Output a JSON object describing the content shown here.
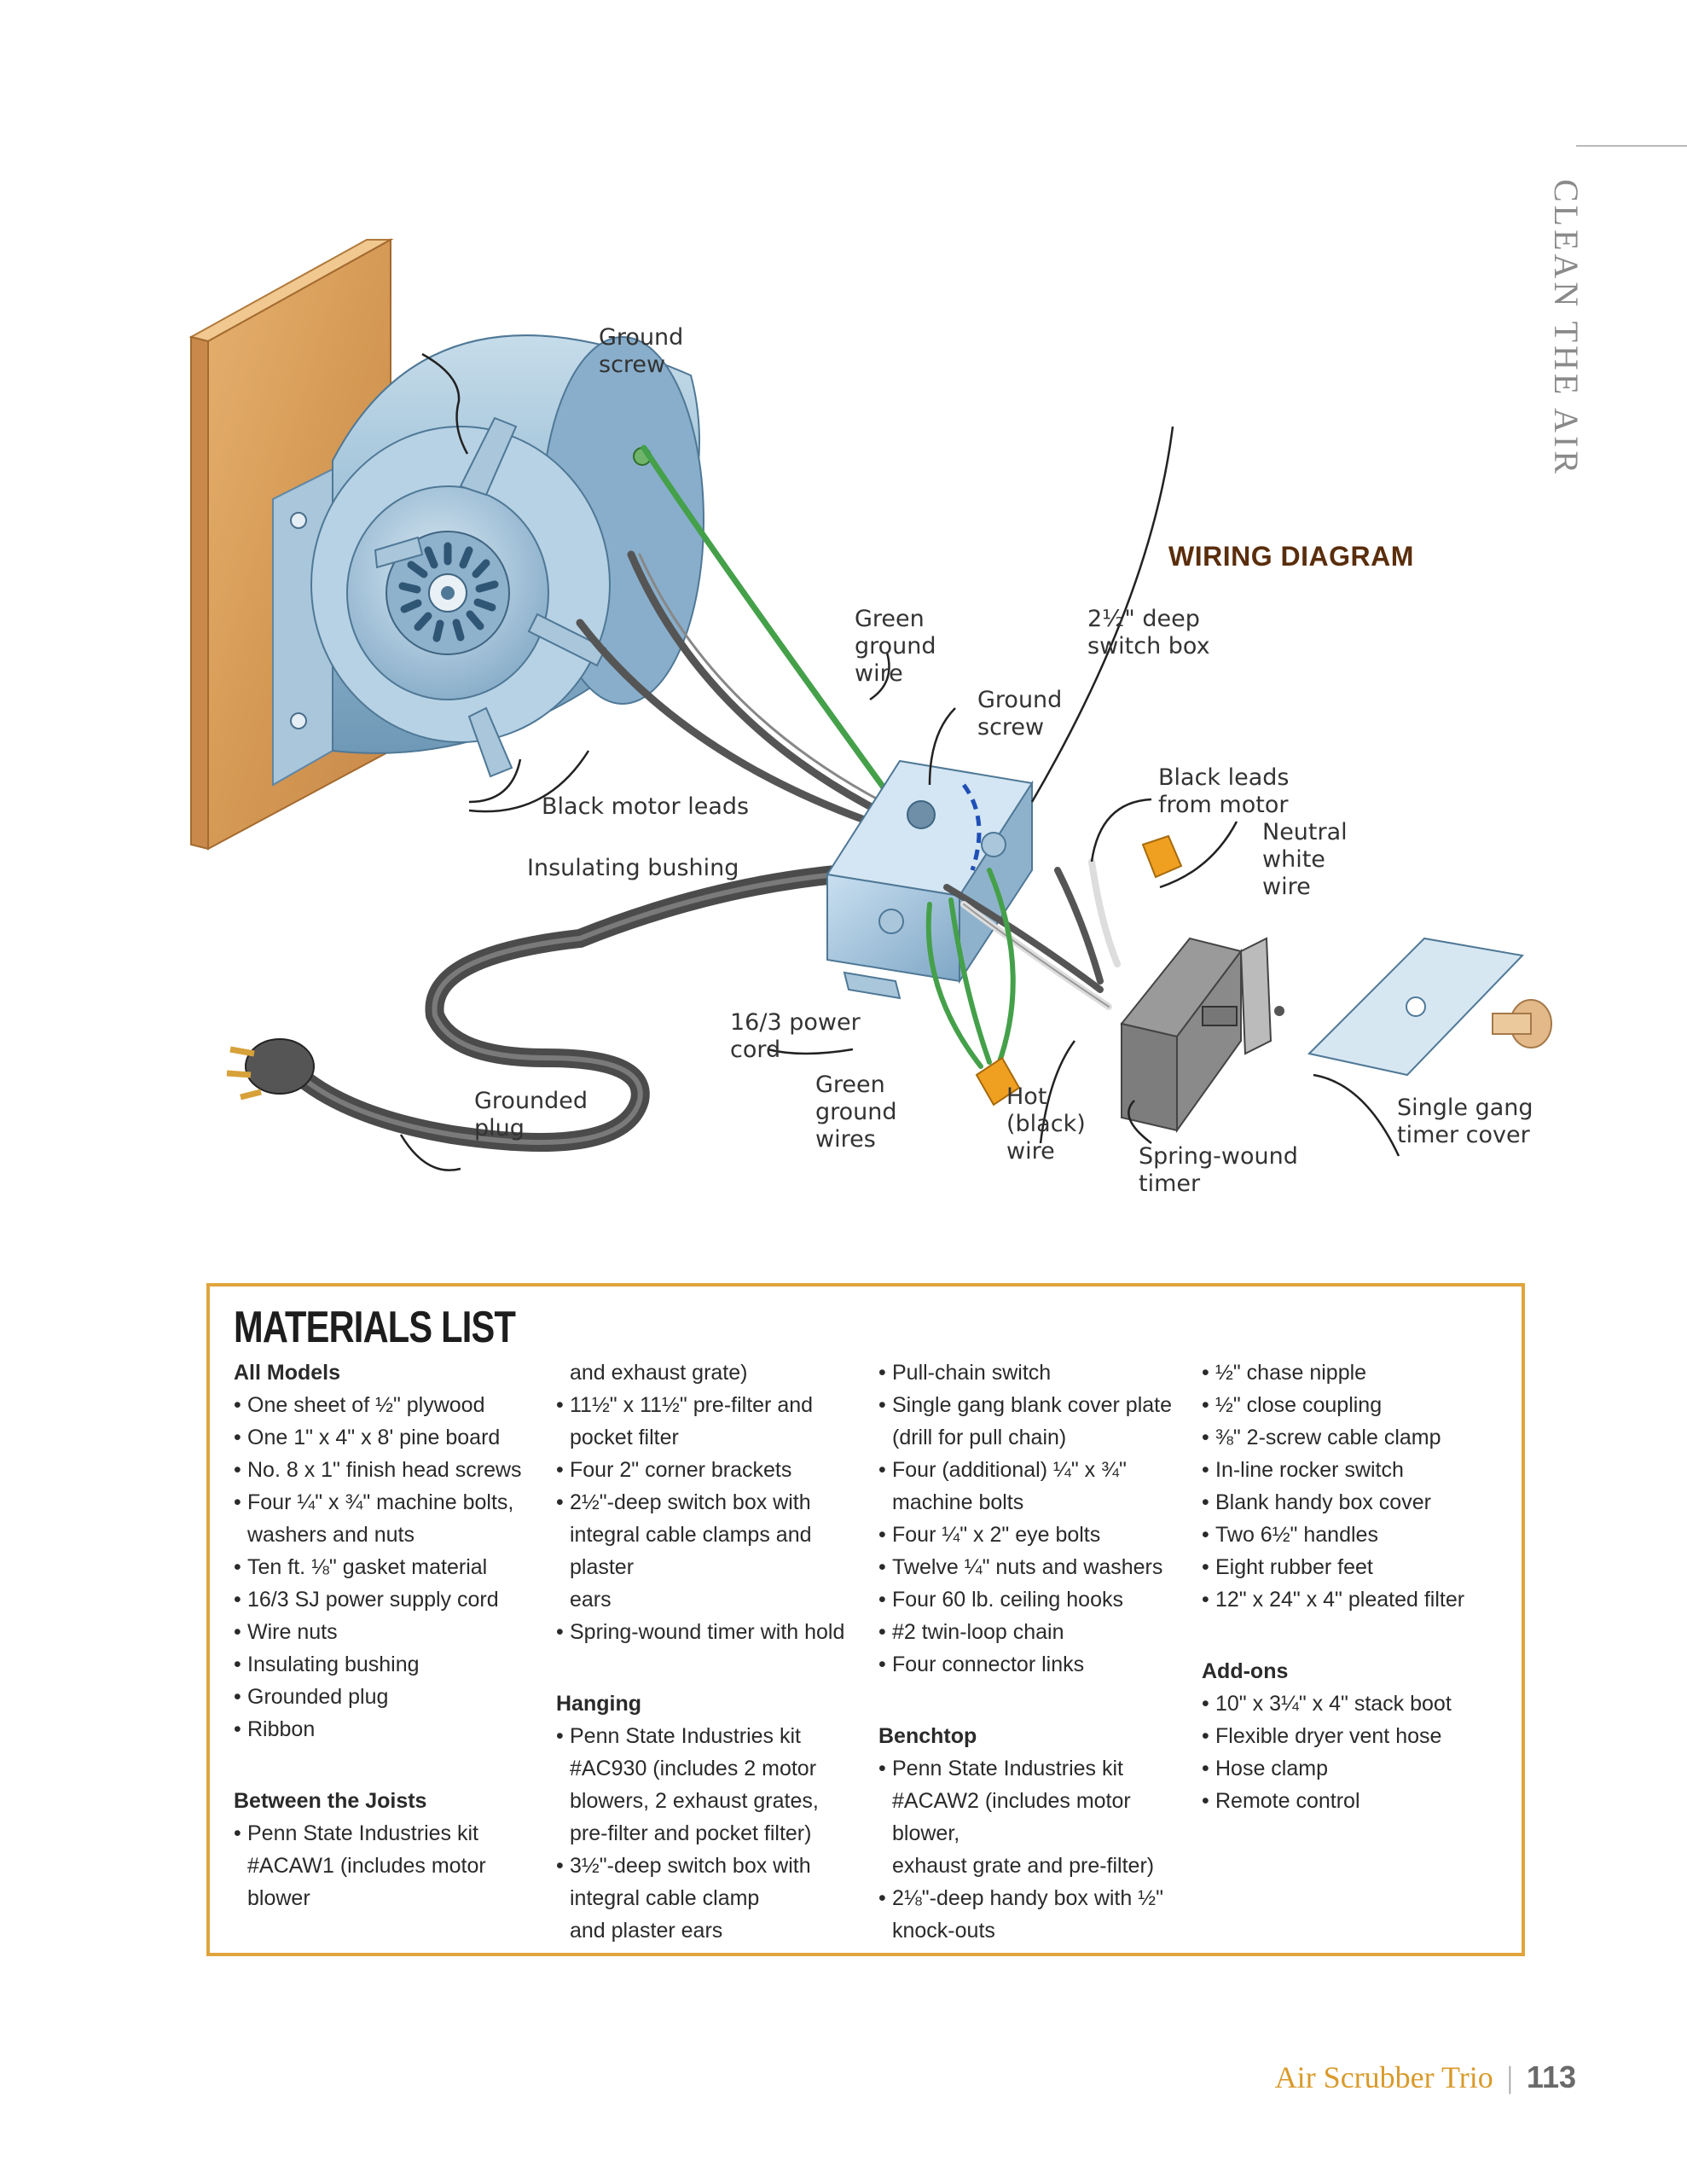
{
  "running_head": "CLEAN THE AIR",
  "diagram": {
    "title": "WIRING DIAGRAM",
    "labels": {
      "ground_screw_motor": "Ground\nscrew",
      "green_ground_wire": "Green\nground\nwire",
      "switch_box": "2½\" deep\nswitch box",
      "ground_screw_box": "Ground\nscrew",
      "black_leads": "Black leads\nfrom motor",
      "neutral_wire": "Neutral\nwhite\nwire",
      "black_motor_leads": "Black motor leads",
      "insulating_bushing": "Insulating bushing",
      "power_cord": "16/3 power\ncord",
      "grounded_plug": "Grounded\nplug",
      "green_ground_wires": "Green\nground\nwires",
      "hot_wire": "Hot\n(black)\nwire",
      "timer": "Spring-wound\ntimer",
      "timer_cover": "Single gang\ntimer cover"
    }
  },
  "materials": {
    "title": "MATERIALS LIST",
    "columns": [
      [
        {
          "t": "sec",
          "s": "All Models"
        },
        {
          "t": "item",
          "s": "One sheet of ½\" plywood"
        },
        {
          "t": "item",
          "s": "One 1\" x 4\" x 8' pine board"
        },
        {
          "t": "item",
          "s": "No. 8 x 1\" finish head screws"
        },
        {
          "t": "item",
          "s": "Four ¼\" x ¾\" machine bolts,"
        },
        {
          "t": "cont",
          "s": "washers and nuts"
        },
        {
          "t": "item",
          "s": "Ten ft. ⅛\" gasket material"
        },
        {
          "t": "item",
          "s": "16/3 SJ power supply cord"
        },
        {
          "t": "item",
          "s": "Wire nuts"
        },
        {
          "t": "item",
          "s": "Insulating bushing"
        },
        {
          "t": "item",
          "s": "Grounded plug"
        },
        {
          "t": "item",
          "s": "Ribbon"
        },
        {
          "t": "gap"
        },
        {
          "t": "sec",
          "s": "Between the Joists"
        },
        {
          "t": "item",
          "s": "Penn State Industries kit"
        },
        {
          "t": "cont",
          "s": "#ACAW1 (includes motor blower"
        }
      ],
      [
        {
          "t": "cont",
          "s": "and exhaust grate)"
        },
        {
          "t": "item",
          "s": "11½\" x 11½\" pre-filter and"
        },
        {
          "t": "cont",
          "s": "pocket filter"
        },
        {
          "t": "item",
          "s": "Four 2\" corner brackets"
        },
        {
          "t": "item",
          "s": "2½\"-deep switch box with"
        },
        {
          "t": "cont",
          "s": "integral cable clamps and plaster"
        },
        {
          "t": "cont",
          "s": "ears"
        },
        {
          "t": "item",
          "s": "Spring-wound timer with hold"
        },
        {
          "t": "gap"
        },
        {
          "t": "sec",
          "s": "Hanging"
        },
        {
          "t": "item",
          "s": "Penn State Industries kit"
        },
        {
          "t": "cont",
          "s": "#AC930 (includes 2 motor"
        },
        {
          "t": "cont",
          "s": "blowers, 2 exhaust grates,"
        },
        {
          "t": "cont",
          "s": "pre-filter and pocket filter)"
        },
        {
          "t": "item",
          "s": "3½\"-deep switch box with"
        },
        {
          "t": "cont",
          "s": "integral cable clamp"
        },
        {
          "t": "cont",
          "s": "and plaster ears"
        }
      ],
      [
        {
          "t": "item",
          "s": "Pull-chain switch"
        },
        {
          "t": "item",
          "s": "Single gang blank cover plate"
        },
        {
          "t": "cont",
          "s": "(drill for pull chain)"
        },
        {
          "t": "item",
          "s": "Four (additional) ¼\" x ¾\""
        },
        {
          "t": "cont",
          "s": "machine bolts"
        },
        {
          "t": "item",
          "s": "Four ¼\" x 2\" eye bolts"
        },
        {
          "t": "item",
          "s": "Twelve ¼\" nuts and washers"
        },
        {
          "t": "item",
          "s": "Four 60 lb. ceiling hooks"
        },
        {
          "t": "item",
          "s": "#2 twin-loop chain"
        },
        {
          "t": "item",
          "s": "Four connector links"
        },
        {
          "t": "gap"
        },
        {
          "t": "sec",
          "s": "Benchtop"
        },
        {
          "t": "item",
          "s": "Penn State Industries kit"
        },
        {
          "t": "cont",
          "s": "#ACAW2 (includes motor blower,"
        },
        {
          "t": "cont",
          "s": "exhaust grate and pre-filter)"
        },
        {
          "t": "item",
          "s": "2⅛\"-deep handy box with ½\""
        },
        {
          "t": "cont",
          "s": "knock-outs"
        }
      ],
      [
        {
          "t": "item",
          "s": "½\" chase nipple"
        },
        {
          "t": "item",
          "s": "½\" close coupling"
        },
        {
          "t": "item",
          "s": "⅜\" 2-screw cable clamp"
        },
        {
          "t": "item",
          "s": "In-line rocker switch"
        },
        {
          "t": "item",
          "s": "Blank handy box cover"
        },
        {
          "t": "item",
          "s": "Two 6½\" handles"
        },
        {
          "t": "item",
          "s": "Eight rubber feet"
        },
        {
          "t": "item",
          "s": "12\" x 24\" x 4\" pleated filter"
        },
        {
          "t": "gap"
        },
        {
          "t": "sec",
          "s": "Add-ons"
        },
        {
          "t": "item",
          "s": "10\" x 3¼\" x 4\" stack boot"
        },
        {
          "t": "item",
          "s": "Flexible dryer vent hose"
        },
        {
          "t": "item",
          "s": "Hose clamp"
        },
        {
          "t": "item",
          "s": "Remote control"
        }
      ]
    ]
  },
  "footer": {
    "title": "Air Scrubber Trio",
    "page": "113"
  }
}
